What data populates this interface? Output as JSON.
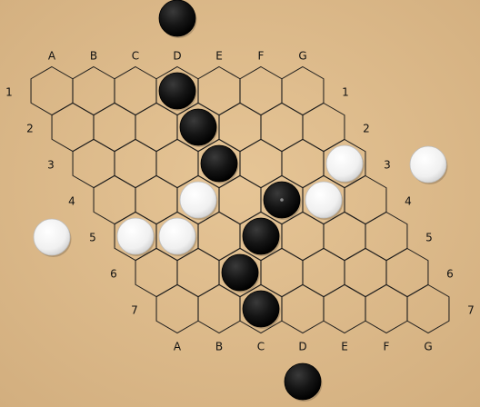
{
  "board": {
    "columns": [
      "A",
      "B",
      "C",
      "D",
      "E",
      "F",
      "G"
    ],
    "rows": [
      "1",
      "2",
      "3",
      "4",
      "5",
      "6",
      "7"
    ]
  },
  "colors": {
    "wood": "#dcb98a",
    "black_stone": "#111111",
    "white_stone": "#f4f4f4",
    "grid": "#1a1a1a"
  },
  "stones": [
    {
      "cell": "D1",
      "color": "black"
    },
    {
      "cell": "D2",
      "color": "black"
    },
    {
      "cell": "D3",
      "color": "black"
    },
    {
      "cell": "G3",
      "color": "white"
    },
    {
      "cell": "C4",
      "color": "white"
    },
    {
      "cell": "E4",
      "color": "black",
      "last_move": true
    },
    {
      "cell": "F4",
      "color": "white"
    },
    {
      "cell": "A5",
      "color": "white"
    },
    {
      "cell": "B5",
      "color": "white"
    },
    {
      "cell": "D5",
      "color": "black"
    },
    {
      "cell": "C6",
      "color": "black"
    },
    {
      "cell": "C7",
      "color": "black"
    }
  ],
  "side_stones": [
    {
      "side": "top",
      "color": "black"
    },
    {
      "side": "bottom",
      "color": "black"
    },
    {
      "side": "left",
      "color": "white"
    },
    {
      "side": "right",
      "color": "white"
    }
  ]
}
